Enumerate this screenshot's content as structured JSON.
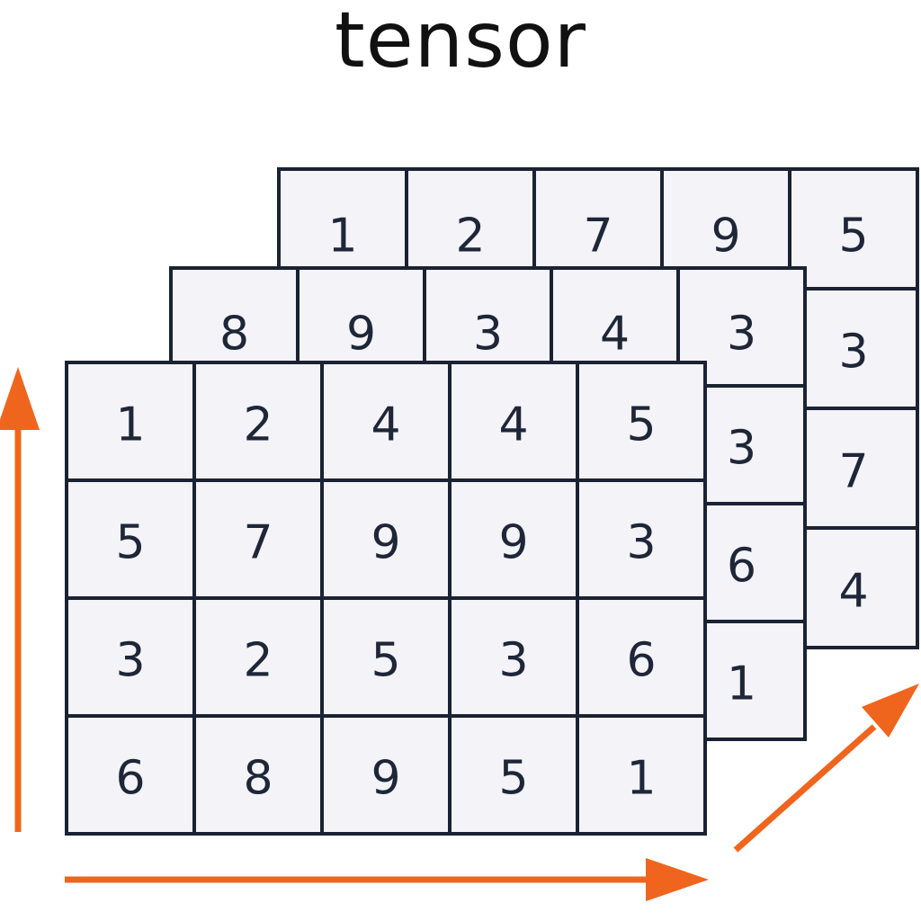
{
  "title": "tensor",
  "colors": {
    "arrow": "#f0651e",
    "cell_fill": "#f3f3f8",
    "grid_line": "#1a2233",
    "text": "#1e2638"
  },
  "layers": [
    {
      "name": "back",
      "rows": [
        [
          "1",
          "2",
          "7",
          "9",
          "5"
        ],
        [
          "",
          "",
          "",
          "",
          "3"
        ],
        [
          "",
          "",
          "",
          "",
          "7"
        ],
        [
          "",
          "",
          "",
          "",
          "4"
        ]
      ]
    },
    {
      "name": "middle",
      "rows": [
        [
          "8",
          "9",
          "3",
          "4",
          "3"
        ],
        [
          "",
          "",
          "",
          "",
          "3"
        ],
        [
          "",
          "",
          "",
          "",
          "6"
        ],
        [
          "",
          "",
          "",
          "",
          "1"
        ]
      ]
    },
    {
      "name": "front",
      "rows": [
        [
          "1",
          "2",
          "4",
          "4",
          "5"
        ],
        [
          "5",
          "7",
          "9",
          "9",
          "3"
        ],
        [
          "3",
          "2",
          "5",
          "3",
          "6"
        ],
        [
          "6",
          "8",
          "9",
          "5",
          "1"
        ]
      ]
    }
  ],
  "axes": [
    "vertical-axis-arrow",
    "horizontal-axis-arrow",
    "depth-axis-arrow"
  ]
}
